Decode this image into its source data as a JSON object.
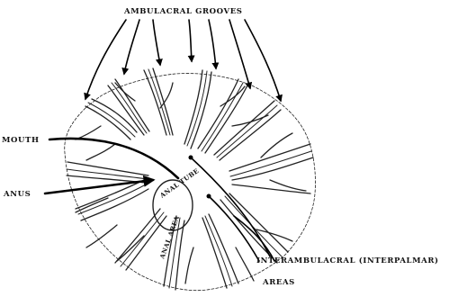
{
  "labels": {
    "ambulacral_grooves": "AMBULACRAL GROOVES",
    "mouth": "MOUTH",
    "anus": "ANUS",
    "anal_tube": "ANAL TUBE",
    "anal_area": "ANAL AREA",
    "interambulacral_line1": "INTERAMBULACRAL (INTERPALMAR)",
    "interambulacral_line2": "AREAS"
  }
}
